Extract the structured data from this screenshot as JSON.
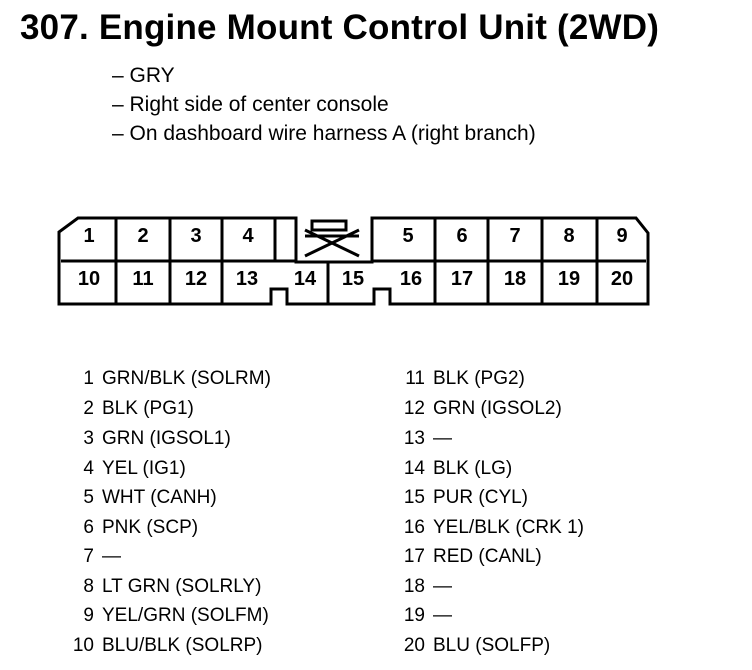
{
  "title": "307. Engine Mount Control Unit (2WD)",
  "notes": [
    "– GRY",
    "– Right side of center console",
    "– On dashboard wire harness A (right branch)"
  ],
  "connector": {
    "top_row": [
      "1",
      "2",
      "3",
      "4",
      "5",
      "6",
      "7",
      "8",
      "9"
    ],
    "bottom_row": [
      "10",
      "11",
      "12",
      "13",
      "14",
      "15",
      "16",
      "17",
      "18",
      "19",
      "20"
    ]
  },
  "pins_left": [
    {
      "num": "1",
      "desc": "GRN/BLK (SOLRM)"
    },
    {
      "num": "2",
      "desc": "BLK (PG1)"
    },
    {
      "num": "3",
      "desc": "GRN (IGSOL1)"
    },
    {
      "num": "4",
      "desc": "YEL (IG1)"
    },
    {
      "num": "5",
      "desc": "WHT (CANH)"
    },
    {
      "num": "6",
      "desc": "PNK (SCP)"
    },
    {
      "num": "7",
      "desc": "—"
    },
    {
      "num": "8",
      "desc": "LT GRN (SOLRLY)"
    },
    {
      "num": "9",
      "desc": "YEL/GRN (SOLFM)"
    },
    {
      "num": "10",
      "desc": "BLU/BLK (SOLRP)"
    }
  ],
  "pins_right": [
    {
      "num": "11",
      "desc": "BLK (PG2)"
    },
    {
      "num": "12",
      "desc": "GRN (IGSOL2)"
    },
    {
      "num": "13",
      "desc": "—"
    },
    {
      "num": "14",
      "desc": "BLK (LG)"
    },
    {
      "num": "15",
      "desc": "PUR (CYL)"
    },
    {
      "num": "16",
      "desc": "YEL/BLK (CRK 1)"
    },
    {
      "num": "17",
      "desc": "RED (CANL)"
    },
    {
      "num": "18",
      "desc": "—"
    },
    {
      "num": "19",
      "desc": "—"
    },
    {
      "num": "20",
      "desc": "BLU (SOLFP)"
    }
  ]
}
